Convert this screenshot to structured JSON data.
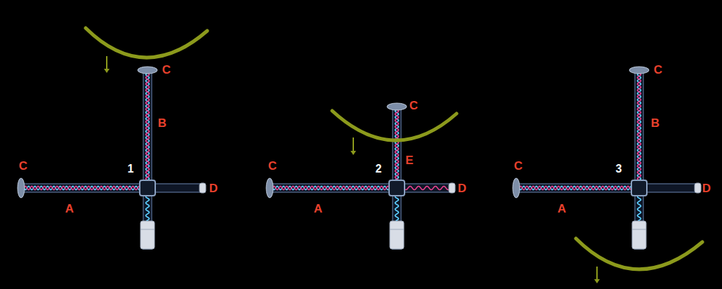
{
  "diagram": {
    "labels": [
      "C",
      "B",
      "1",
      "C",
      "A",
      "D",
      "C",
      "2",
      "E",
      "C",
      "A",
      "D",
      "C",
      "B",
      "C",
      "3",
      "A",
      "D"
    ]
  }
}
